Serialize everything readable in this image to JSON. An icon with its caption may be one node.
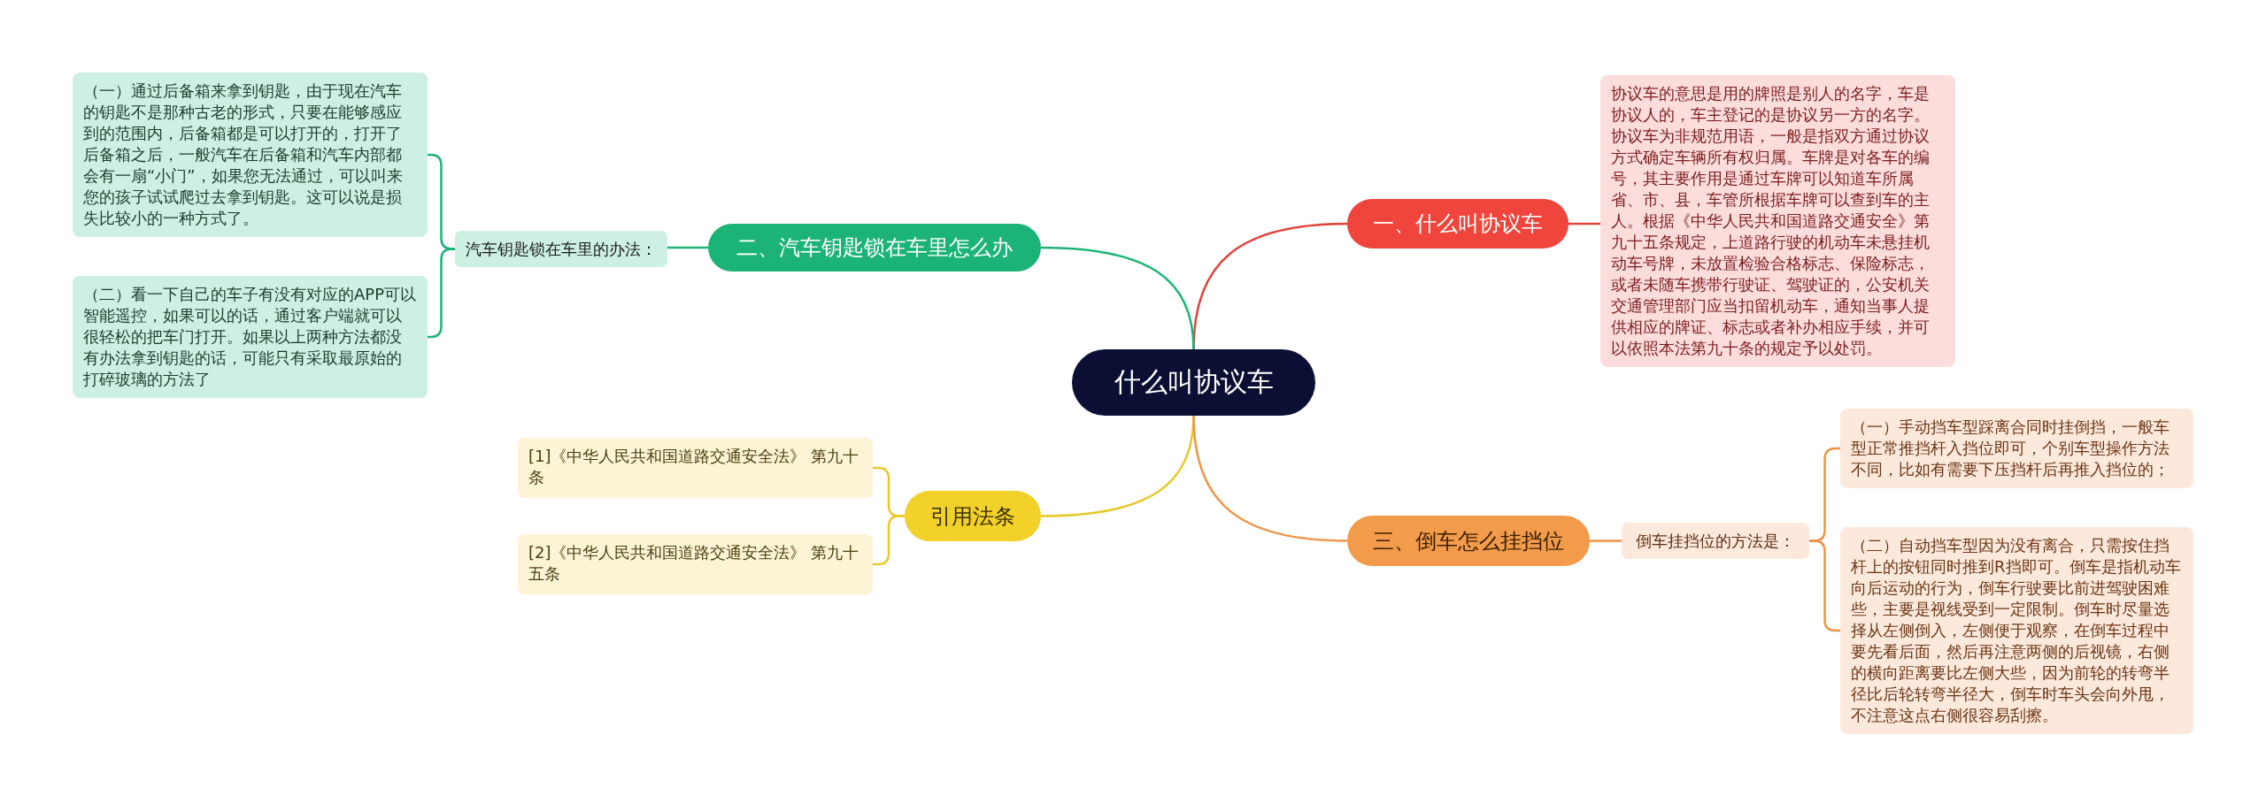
{
  "diagram": {
    "nodes": [
      {
        "text": [
          "什么叫协议车"
        ]
      },
      {
        "text": [
          "一、什么叫协议车"
        ]
      },
      {
        "text": [
          "协议车的意思是用的牌照是别人的名字，车是协议人的，车主登记的是协议另一方的名字。协议车为非规范用语，一般是指双方通过协议方式确定车辆所有权归属。车牌是对各车的编号，其主要作用是通过车牌可以知道车所属省、市、县，车管所根据车牌可以查到车的主人。根据《中华人民共和国道路交通安全》第九十五条规定，上道路行驶的机动车未悬挂机动车号牌，未放置检验合格标志、保险标志，或者未随车携带行驶证、驾驶证的，公安机关交通管理部门应当扣留机动车，通知当事人提供相应的牌证、标志或者补办相应手续，并可以依照本法第九十条的规定予以处罚。"
        ]
      },
      {
        "text": [
          "二、汽车钥匙锁在车里怎么办"
        ]
      },
      {
        "text": [
          "汽车钥匙锁在车里的办法："
        ]
      },
      {
        "text": [
          "（一）通过后备箱来拿到钥匙，由于现在汽车的钥匙不是那种古老的形式，只要在能够感应到的范围内，后备箱都是可以打开的，打开了后备箱之后，一般汽车在后备箱和汽车内部都会有一扇“小门”，如果您无法通过，可以叫来您的孩子试试爬过去拿到钥匙。这可以说是损失比较小的一种方式了。"
        ]
      },
      {
        "text": [
          "（二）看一下自己的车子有没有对应的APP可以智能遥控，如果可以的话，通过客户端就可以很轻松的把车门打开。如果以上两种方法都没有办法拿到钥匙的话，可能只有采取最原始的打碎玻璃的方法了"
        ]
      },
      {
        "text": [
          "引用法条"
        ]
      },
      {
        "text": [
          "[1]《中华人民共和国道路交通安全法》 第九十条"
        ]
      },
      {
        "text": [
          "[2]《中华人民共和国道路交通安全法》 第九十五条"
        ]
      },
      {
        "text": [
          "三、倒车怎么挂挡位"
        ]
      },
      {
        "text": [
          "倒车挂挡位的方法是："
        ]
      },
      {
        "text": [
          "（一）手动挡车型踩离合同时挂倒挡，一般车型正常推挡杆入挡位即可，个别车型操作方法不同，比如有需要下压挡杆后再推入挡位的；"
        ]
      },
      {
        "text": [
          "（二）自动挡车型因为没有离合，只需按住挡杆上的按钮同时推到R挡即可。倒车是指机动车向后运动的行为，倒车行驶要比前进驾驶困难些，主要是视线受到一定限制。倒车时尽量选择从左侧倒入，左侧便于观察，在倒车过程中要先看后面，然后再注意两侧的后视镜，右侧的横向距离要比左侧大些，因为前轮的转弯半径比后轮转弯半径大，倒车时车头会向外甩，不注意这点右侧很容易刮擦。"
        ]
      }
    ],
    "edges": [
      {
        "from": 0,
        "to": 1,
        "arrow": "none",
        "color": "#e0443c"
      },
      {
        "from": 1,
        "to": 2,
        "arrow": "none",
        "color": "#e0443c"
      },
      {
        "from": 0,
        "to": 3,
        "arrow": "none",
        "color": "#1cb476"
      },
      {
        "from": 3,
        "to": 4,
        "arrow": "none",
        "color": "#1cb476"
      },
      {
        "from": 4,
        "to": 5,
        "arrow": "none",
        "color": "#1cb476"
      },
      {
        "from": 4,
        "to": 6,
        "arrow": "none",
        "color": "#1cb476"
      },
      {
        "from": 0,
        "to": 7,
        "arrow": "none",
        "color": "#e8c92a"
      },
      {
        "from": 7,
        "to": 8,
        "arrow": "none",
        "color": "#e8c92a"
      },
      {
        "from": 7,
        "to": 9,
        "arrow": "none",
        "color": "#e8c92a"
      },
      {
        "from": 0,
        "to": 10,
        "arrow": "none",
        "color": "#ee9445"
      },
      {
        "from": 10,
        "to": 11,
        "arrow": "none",
        "color": "#ee9445"
      },
      {
        "from": 11,
        "to": 12,
        "arrow": "none",
        "color": "#ee9445"
      },
      {
        "from": 11,
        "to": 13,
        "arrow": "none",
        "color": "#ee9445"
      }
    ]
  }
}
